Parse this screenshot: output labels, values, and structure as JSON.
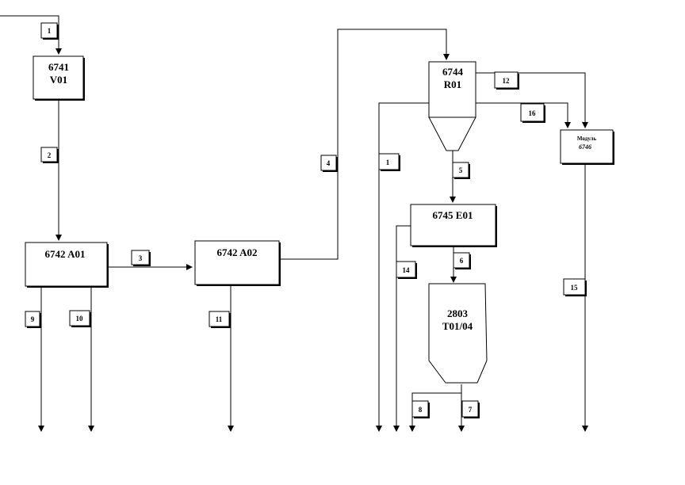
{
  "units": {
    "v01": {
      "line1": "6741",
      "line2": "V01"
    },
    "a01": {
      "label": "6742 A01"
    },
    "a02": {
      "label": "6742 A02"
    },
    "r01": {
      "line1": "6744",
      "line2": "R01"
    },
    "e01": {
      "label": "6745 E01"
    },
    "t01": {
      "line1": "2803",
      "line2": "T01/04"
    },
    "module": {
      "line1": "Модуль",
      "line2": "6746"
    }
  },
  "streams": {
    "s1a": "1",
    "s2": "2",
    "s3": "3",
    "s4": "4",
    "s1b": "1",
    "s5": "5",
    "s6": "6",
    "s7": "7",
    "s8": "8",
    "s9": "9",
    "s10": "10",
    "s11": "11",
    "s12": "12",
    "s14": "14",
    "s15": "15",
    "s16": "16"
  },
  "colors": {
    "line": "#000000",
    "background": "#ffffff"
  }
}
